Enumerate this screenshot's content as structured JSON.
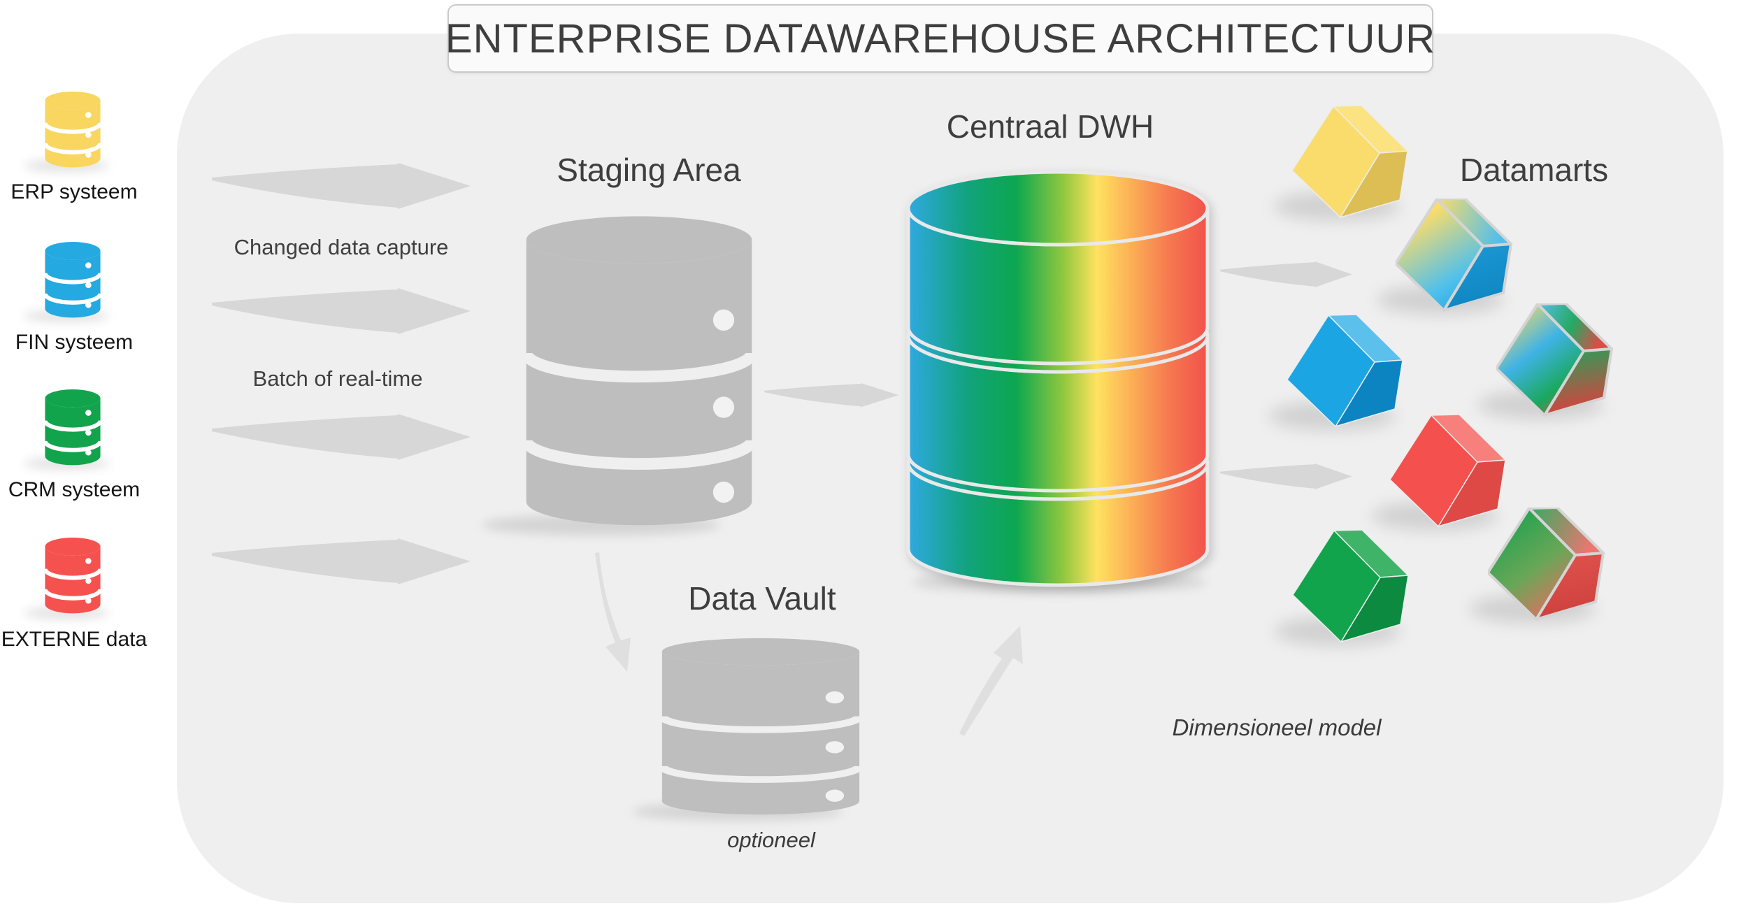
{
  "title": "ENTERPRISE DATAWAREHOUSE ARCHITECTUUR",
  "sources": {
    "items": [
      {
        "label": "ERP systeem",
        "color": "#F8D65F"
      },
      {
        "label": "FIN systeem",
        "color": "#24A9E1"
      },
      {
        "label": "CRM systeem",
        "color": "#12A44C"
      },
      {
        "label": "EXTERNE data",
        "color": "#F5524F"
      }
    ]
  },
  "flow": {
    "changed_data_capture": "Changed data capture",
    "batch_or_realtime": "Batch of real-time"
  },
  "staging": {
    "title": "Staging Area"
  },
  "dwh": {
    "title": "Centraal DWH"
  },
  "data_vault": {
    "title": "Data Vault",
    "note": "optioneel"
  },
  "datamarts": {
    "title": "Datamarts",
    "note": "Dimensioneel model",
    "cubes": [
      {
        "name": "yellow-cube",
        "colors": [
          "#FADC6C"
        ]
      },
      {
        "name": "yellow-blue-cube",
        "colors": [
          "#F8DB68",
          "#29A8DF"
        ]
      },
      {
        "name": "blue-cube",
        "colors": [
          "#1BA5E3"
        ]
      },
      {
        "name": "multicolor-cube",
        "colors": [
          "#F8DB68",
          "#3FB3E5",
          "#1AA85C",
          "#D8423F"
        ]
      },
      {
        "name": "red-cube",
        "colors": [
          "#F4514E"
        ]
      },
      {
        "name": "green-cube",
        "colors": [
          "#12A44C"
        ]
      },
      {
        "name": "green-red-cube",
        "colors": [
          "#16A350",
          "#EC6B62"
        ]
      }
    ]
  },
  "icons": {
    "source": "database-cylinder-icon",
    "staging": "database-cylinder-icon",
    "data_vault": "database-cylinder-icon",
    "dwh": "stacked-rainbow-disks-icon",
    "datamart": "cube-icon",
    "flow": "swoosh-arrow-icon"
  },
  "palette": {
    "canvas_bg": "#FFFFFF",
    "panel_bg": "#EFEFEF",
    "arrow_gray": "#D7D7D7",
    "db_gray": "#BEBEBE",
    "heading_color": "#3E3E3E",
    "dwh_gradient": [
      "#2FA9E1",
      "#0CA74F",
      "#FFE25F",
      "#F2524B"
    ]
  }
}
